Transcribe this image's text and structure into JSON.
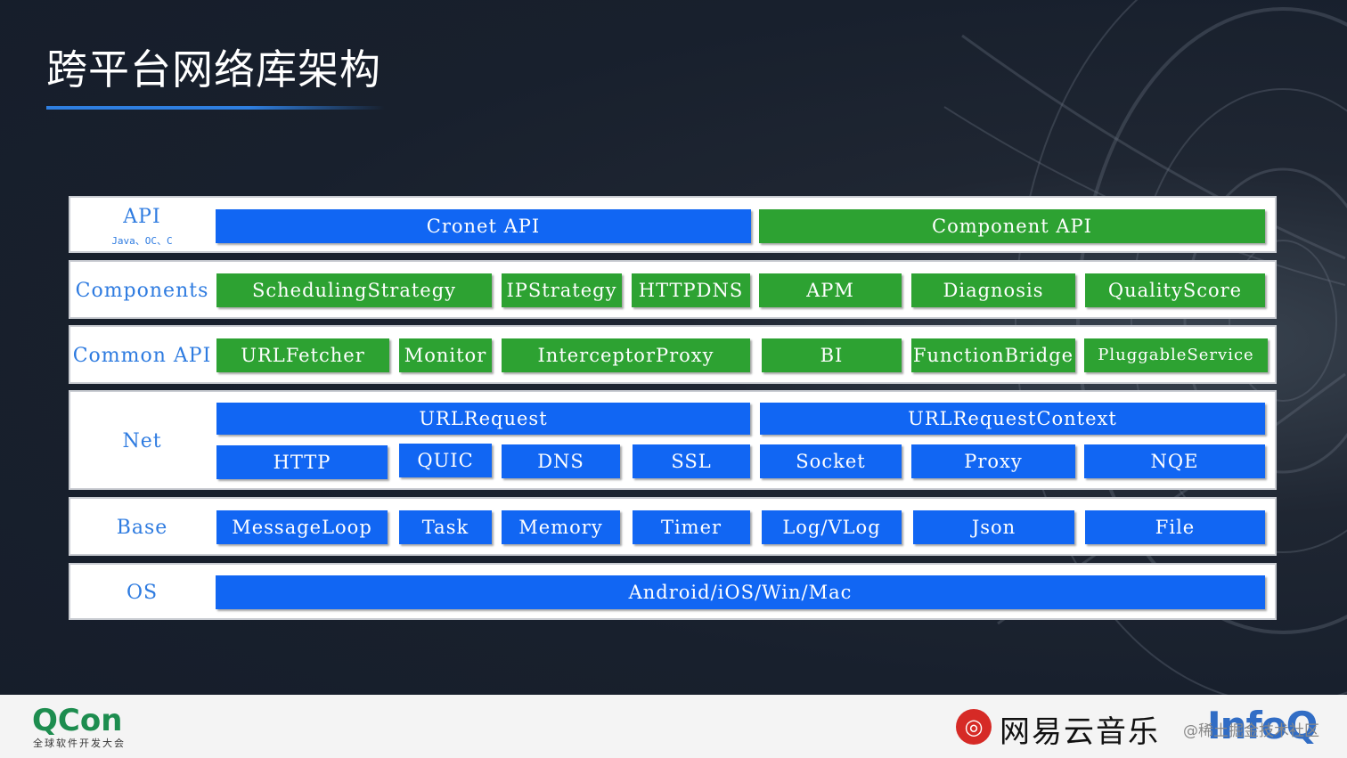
{
  "title": "跨平台网络库架构",
  "colors": {
    "blue": "#1166f3",
    "green": "#2da232",
    "label": "#2e7be0"
  },
  "rows": {
    "api": {
      "label": "API",
      "sublabel": "Java、OC、C",
      "cronet": "Cronet API",
      "component": "Component API"
    },
    "components": {
      "label": "Components",
      "items": [
        "SchedulingStrategy",
        "IPStrategy",
        "HTTPDNS",
        "APM",
        "Diagnosis",
        "QualityScore"
      ]
    },
    "common_api": {
      "label": "Common API",
      "items": [
        "URLFetcher",
        "Monitor",
        "InterceptorProxy",
        "BI",
        "FunctionBridge",
        "PluggableService"
      ]
    },
    "net": {
      "label": "Net",
      "top": [
        "URLRequest",
        "URLRequestContext"
      ],
      "bottom": [
        "HTTP",
        "QUIC",
        "DNS",
        "SSL",
        "Socket",
        "Proxy",
        "NQE"
      ]
    },
    "base": {
      "label": "Base",
      "items": [
        "MessageLoop",
        "Task",
        "Memory",
        "Timer",
        "Log/VLog",
        "Json",
        "File"
      ]
    },
    "os": {
      "label": "OS",
      "platforms": "Android/iOS/Win/Mac"
    }
  },
  "footer": {
    "qcon": "QCon",
    "qcon_sub": "全球软件开发大会",
    "netease": "网易云音乐",
    "watermark": "@稀土掘金技术社区",
    "infoq": "InfoQ"
  }
}
